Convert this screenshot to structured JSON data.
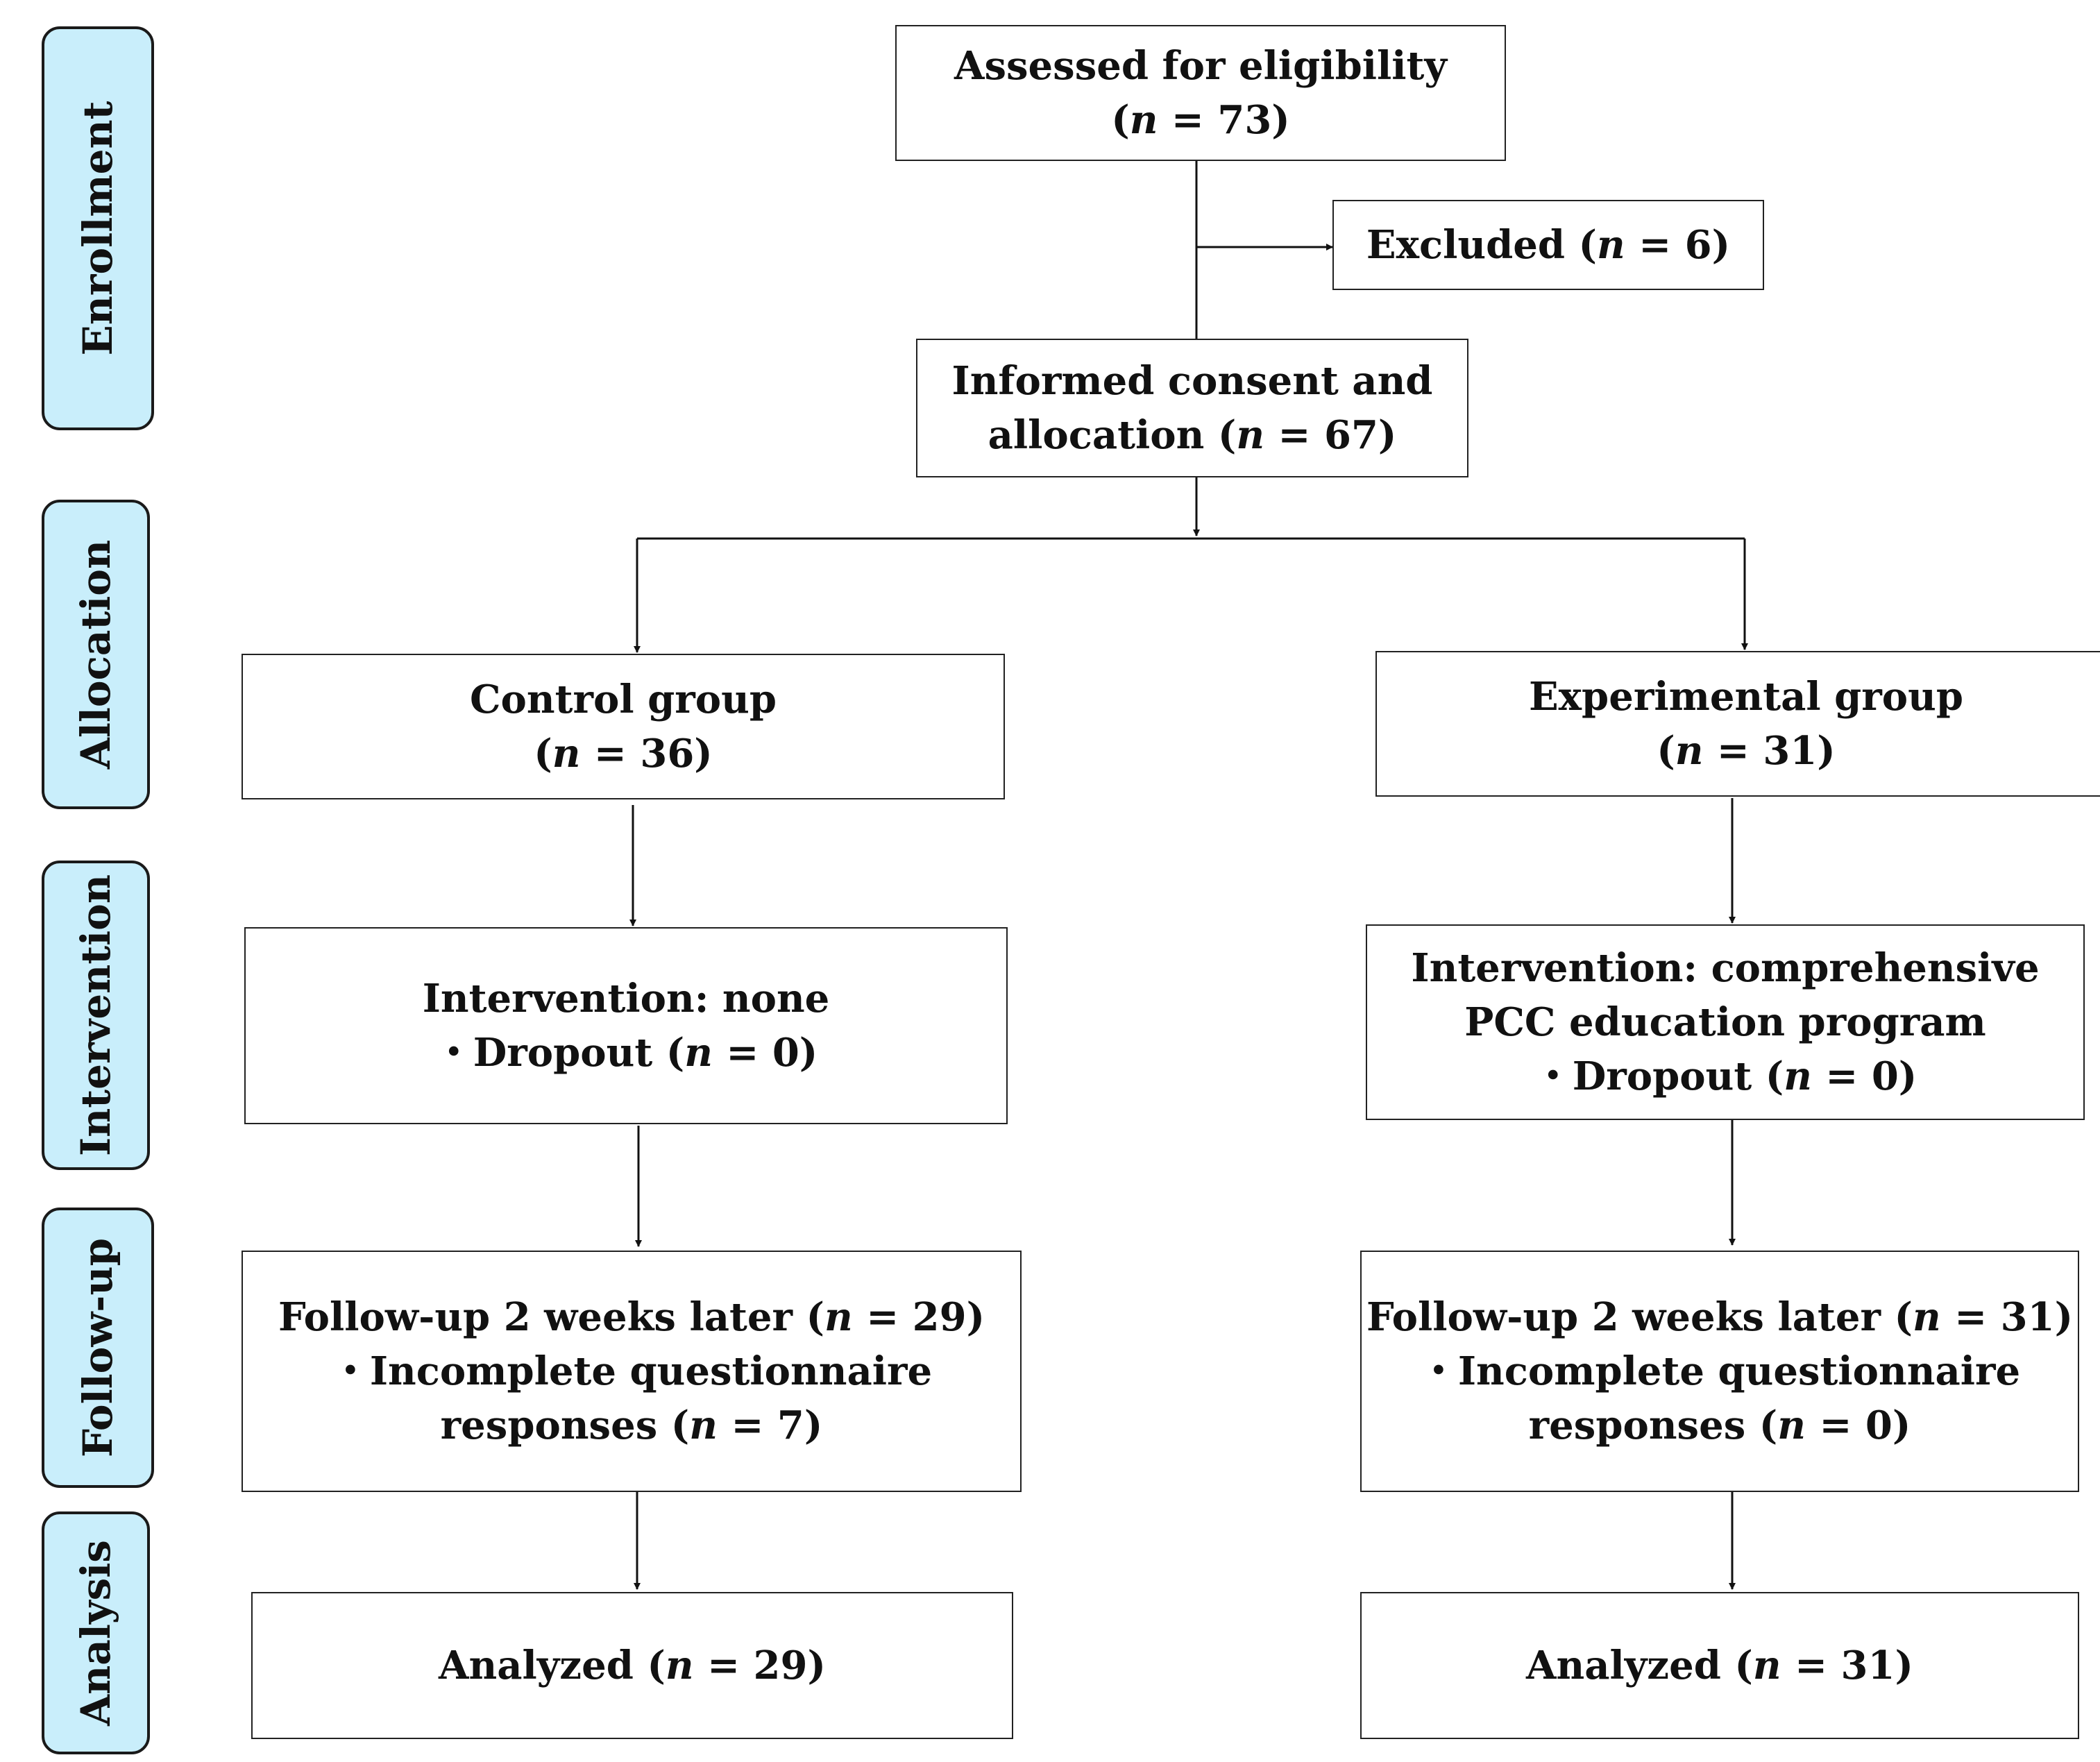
{
  "phases": [
    {
      "label": "Enrollment"
    },
    {
      "label": "Allocation"
    },
    {
      "label": "Intervention"
    },
    {
      "label": "Follow-up"
    },
    {
      "label": "Analysis"
    }
  ],
  "boxes": {
    "assessed": {
      "lines": [
        [
          {
            "t": "Assessed for eligibility"
          }
        ],
        [
          {
            "t": "("
          },
          {
            "t": "n",
            "i": true
          },
          {
            "t": " = 73)"
          }
        ]
      ]
    },
    "excluded": {
      "lines": [
        [
          {
            "t": "Excluded ("
          },
          {
            "t": "n",
            "i": true
          },
          {
            "t": " = 6)"
          }
        ]
      ]
    },
    "consent": {
      "lines": [
        [
          {
            "t": "Informed consent and"
          }
        ],
        [
          {
            "t": "allocation ("
          },
          {
            "t": "n",
            "i": true
          },
          {
            "t": " = 67)"
          }
        ]
      ]
    },
    "control": {
      "lines": [
        [
          {
            "t": "Control group"
          }
        ],
        [
          {
            "t": "("
          },
          {
            "t": "n",
            "i": true
          },
          {
            "t": " = 36)"
          }
        ]
      ]
    },
    "experimental": {
      "lines": [
        [
          {
            "t": "Experimental group"
          }
        ],
        [
          {
            "t": "("
          },
          {
            "t": "n",
            "i": true
          },
          {
            "t": " = 31)"
          }
        ]
      ]
    },
    "int_control": {
      "lines": [
        [
          {
            "t": "Intervention: none"
          }
        ],
        [
          {
            "t": "・Dropout ("
          },
          {
            "t": "n",
            "i": true
          },
          {
            "t": " = 0)"
          }
        ]
      ]
    },
    "int_exp": {
      "lines": [
        [
          {
            "t": "Intervention: comprehensive"
          }
        ],
        [
          {
            "t": "PCC education program"
          }
        ],
        [
          {
            "t": "・Dropout ("
          },
          {
            "t": "n",
            "i": true
          },
          {
            "t": " = 0)"
          }
        ]
      ]
    },
    "fu_control": {
      "lines": [
        [
          {
            "t": "Follow-up 2 weeks later ("
          },
          {
            "t": "n",
            "i": true
          },
          {
            "t": " = 29)"
          }
        ],
        [
          {
            "t": "・Incomplete questionnaire"
          }
        ],
        [
          {
            "t": "responses ("
          },
          {
            "t": "n",
            "i": true
          },
          {
            "t": " = 7)"
          }
        ]
      ]
    },
    "fu_exp": {
      "lines": [
        [
          {
            "t": "Follow-up 2 weeks later ("
          },
          {
            "t": "n",
            "i": true
          },
          {
            "t": " = 31)"
          }
        ],
        [
          {
            "t": "・Incomplete questionnaire"
          }
        ],
        [
          {
            "t": "responses ("
          },
          {
            "t": "n",
            "i": true
          },
          {
            "t": " = 0)"
          }
        ]
      ]
    },
    "an_control": {
      "lines": [
        [
          {
            "t": "Analyzed ("
          },
          {
            "t": "n",
            "i": true
          },
          {
            "t": " = 29)"
          }
        ]
      ]
    },
    "an_exp": {
      "lines": [
        [
          {
            "t": "Analyzed ("
          },
          {
            "t": "n",
            "i": true
          },
          {
            "t": " = 31)"
          }
        ]
      ]
    }
  }
}
